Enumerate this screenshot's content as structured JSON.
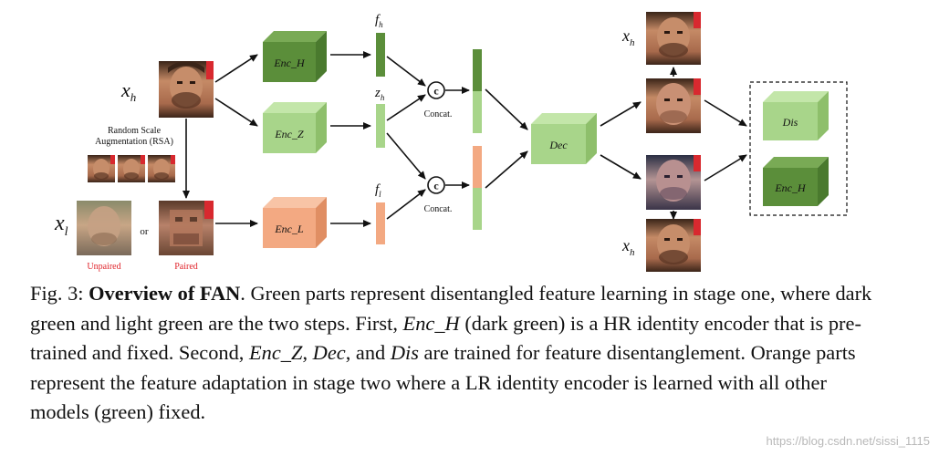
{
  "figure": {
    "colors": {
      "dark_green": "#5b8e3a",
      "light_green": "#a8d58a",
      "orange": "#f3a982",
      "arrow": "#111111"
    },
    "inputs": {
      "xh_label": "x",
      "xh_sub": "h",
      "xl_label": "x",
      "xl_sub": "l",
      "rsa_line1": "Random Scale",
      "rsa_line2": "Augmentation (RSA)",
      "or_label": "or",
      "unpaired_label": "Unpaired",
      "paired_label": "Paired",
      "label_color": "#e0242b"
    },
    "encoders": {
      "enc_h": "Enc_H",
      "enc_z": "Enc_Z",
      "enc_l": "Enc_L"
    },
    "features": {
      "fh_label": "f",
      "fh_sub": "h",
      "zh_label": "z",
      "zh_sub": "h",
      "fl_label": "f",
      "fl_sub": "l"
    },
    "concat": {
      "symbol": "c",
      "label": "Concat."
    },
    "decoder": {
      "label": "Dec"
    },
    "outputs": {
      "xh_top_label": "x",
      "xh_top_sub": "h",
      "xh_bottom_label": "x",
      "xh_bottom_sub": "h"
    },
    "discriminators": {
      "dis_label": "Dis",
      "enc_h_label": "Enc_H"
    }
  },
  "caption": {
    "fig_label": "Fig. 3: ",
    "fig_title": "Overview of FAN",
    "seg1": ". Green parts represent disentangled feature learning in stage one, where dark green and light green are the two steps. First, ",
    "m1": "Enc_H",
    "seg2": " (dark green) is a HR identity encoder that is pre-trained and fixed. Second, ",
    "m2": "Enc_Z",
    "seg3": ", ",
    "m3": "Dec",
    "seg4": ", and ",
    "m4": "Dis",
    "seg5": " are trained for feature disentanglement. Orange parts represent the feature adaptation in stage two where a LR identity encoder is learned with all other models (green) fixed."
  },
  "watermark": "https://blog.csdn.net/sissi_1115"
}
